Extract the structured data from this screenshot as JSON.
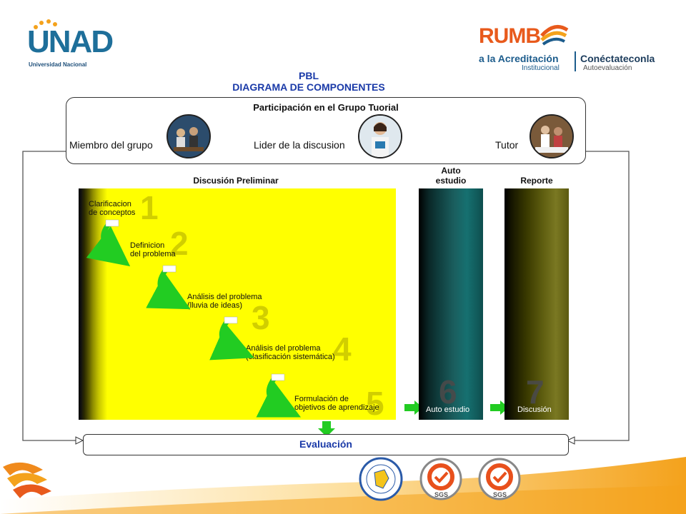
{
  "header": {
    "unad_logo_text": "UNAD",
    "unad_subtitle": "Universidad Nacional",
    "rumbo_word": "RUMB",
    "rumbo_line2": "a la Acreditación",
    "rumbo_line3": "Institucional",
    "rumbo_connect": "Conéctateconla",
    "rumbo_auto": "Autoevaluación"
  },
  "diagram": {
    "title_line1": "PBL",
    "title_line2": "DIAGRAMA DE COMPONENTES",
    "group_title": "Participación en el Grupo Tuorial",
    "members": [
      "Miembro del grupo",
      "Lider de la discusion",
      "Tutor"
    ],
    "phases": {
      "preliminar": "Discusión Preliminar",
      "auto_estudio": "Auto\nestudio",
      "reporte": "Reporte"
    },
    "steps": [
      {
        "num": "1",
        "text": "Clarificacion\nde conceptos"
      },
      {
        "num": "2",
        "text": "Definicion\ndel problema"
      },
      {
        "num": "3",
        "text": "Análisis del problema\n(lluvia de ideas)"
      },
      {
        "num": "4",
        "text": "Análisis del problema\n(clasificación sistemática)"
      },
      {
        "num": "5",
        "text": "Formulación de\nobjetivos de aprendizaje"
      }
    ],
    "step6": {
      "num": "6",
      "label": "Auto estudio"
    },
    "step7": {
      "num": "7",
      "label": "Discusión"
    },
    "evaluation": "Evaluación"
  },
  "colors": {
    "title_blue": "#1a3aa8",
    "yellow": "#ffff00",
    "arrow_green": "#22cc22",
    "brand_orange": "#f08a1c"
  }
}
